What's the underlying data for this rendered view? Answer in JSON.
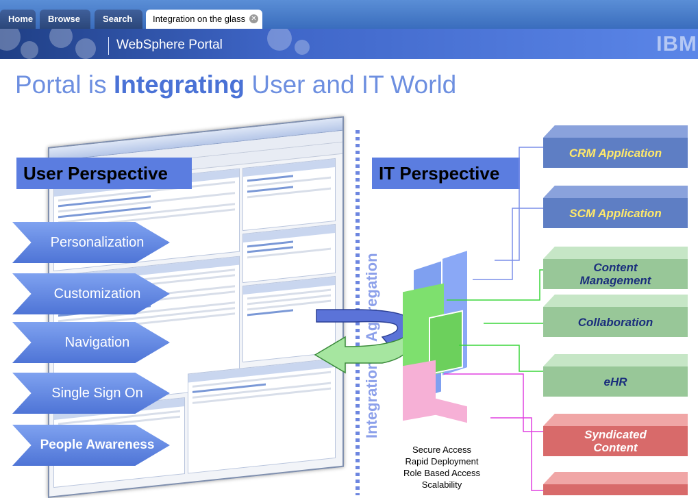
{
  "nav": {
    "tabs": [
      {
        "label": "Home"
      },
      {
        "label": "Browse"
      },
      {
        "label": "Search"
      },
      {
        "label": "Integration on the glass"
      }
    ]
  },
  "banner": {
    "product": "WebSphere Portal",
    "logo": "IBM"
  },
  "slide": {
    "title_pre": "Portal is ",
    "title_bold": "Integrating",
    "title_post": " User and IT World"
  },
  "user_perspective": {
    "heading": "User Perspective",
    "items": [
      "Personalization",
      "Customization",
      "Navigation",
      "Single Sign On",
      "People Awareness"
    ]
  },
  "it_perspective": {
    "heading": "IT Perspective",
    "vertical_label": "Integration & Aggregation",
    "applications": [
      {
        "label": "CRM Application",
        "style": "blue"
      },
      {
        "label": "SCM Application",
        "style": "blue"
      },
      {
        "label": "Content Management",
        "style": "green"
      },
      {
        "label": "Collaboration",
        "style": "green"
      },
      {
        "label": "eHR",
        "style": "green"
      },
      {
        "label": "Syndicated Content",
        "style": "red"
      },
      {
        "label": "",
        "style": "red"
      }
    ],
    "features": [
      "Secure Access",
      "Rapid Deployment",
      "Role Based Access",
      "Scalability"
    ]
  },
  "colors": {
    "accent_blue": "#4a72d6",
    "app_blue": "#5e7ec4",
    "app_green": "#98c798",
    "app_red": "#d86a6a",
    "connector_green": "#3ad63a",
    "connector_pink": "#e040e0",
    "connector_blue": "#7a8ee8"
  },
  "icons": [
    "close-icon"
  ]
}
